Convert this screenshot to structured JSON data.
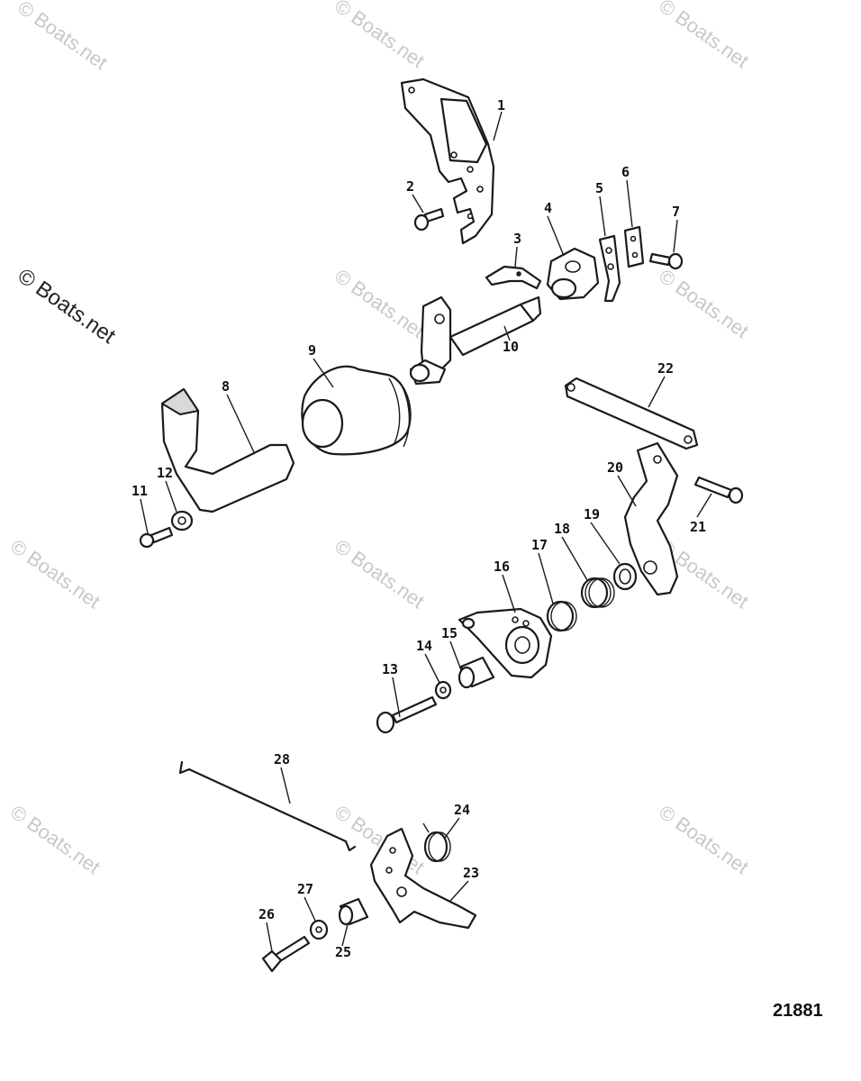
{
  "watermark": {
    "text": "© Boats.net",
    "prominent_text": "© Boats.net"
  },
  "figure_number": "21881",
  "callouts": [
    {
      "id": "1",
      "label": "1"
    },
    {
      "id": "2",
      "label": "2"
    },
    {
      "id": "3",
      "label": "3"
    },
    {
      "id": "4",
      "label": "4"
    },
    {
      "id": "5",
      "label": "5"
    },
    {
      "id": "6",
      "label": "6"
    },
    {
      "id": "7",
      "label": "7"
    },
    {
      "id": "8",
      "label": "8"
    },
    {
      "id": "9",
      "label": "9"
    },
    {
      "id": "10",
      "label": "10"
    },
    {
      "id": "11",
      "label": "11"
    },
    {
      "id": "12",
      "label": "12"
    },
    {
      "id": "13",
      "label": "13"
    },
    {
      "id": "14",
      "label": "14"
    },
    {
      "id": "15",
      "label": "15"
    },
    {
      "id": "16",
      "label": "16"
    },
    {
      "id": "17",
      "label": "17"
    },
    {
      "id": "18",
      "label": "18"
    },
    {
      "id": "19",
      "label": "19"
    },
    {
      "id": "20",
      "label": "20"
    },
    {
      "id": "21",
      "label": "21"
    },
    {
      "id": "22",
      "label": "22"
    },
    {
      "id": "23",
      "label": "23"
    },
    {
      "id": "24",
      "label": "24"
    },
    {
      "id": "25",
      "label": "25"
    },
    {
      "id": "26",
      "label": "26"
    },
    {
      "id": "27",
      "label": "27"
    },
    {
      "id": "28",
      "label": "28"
    }
  ]
}
